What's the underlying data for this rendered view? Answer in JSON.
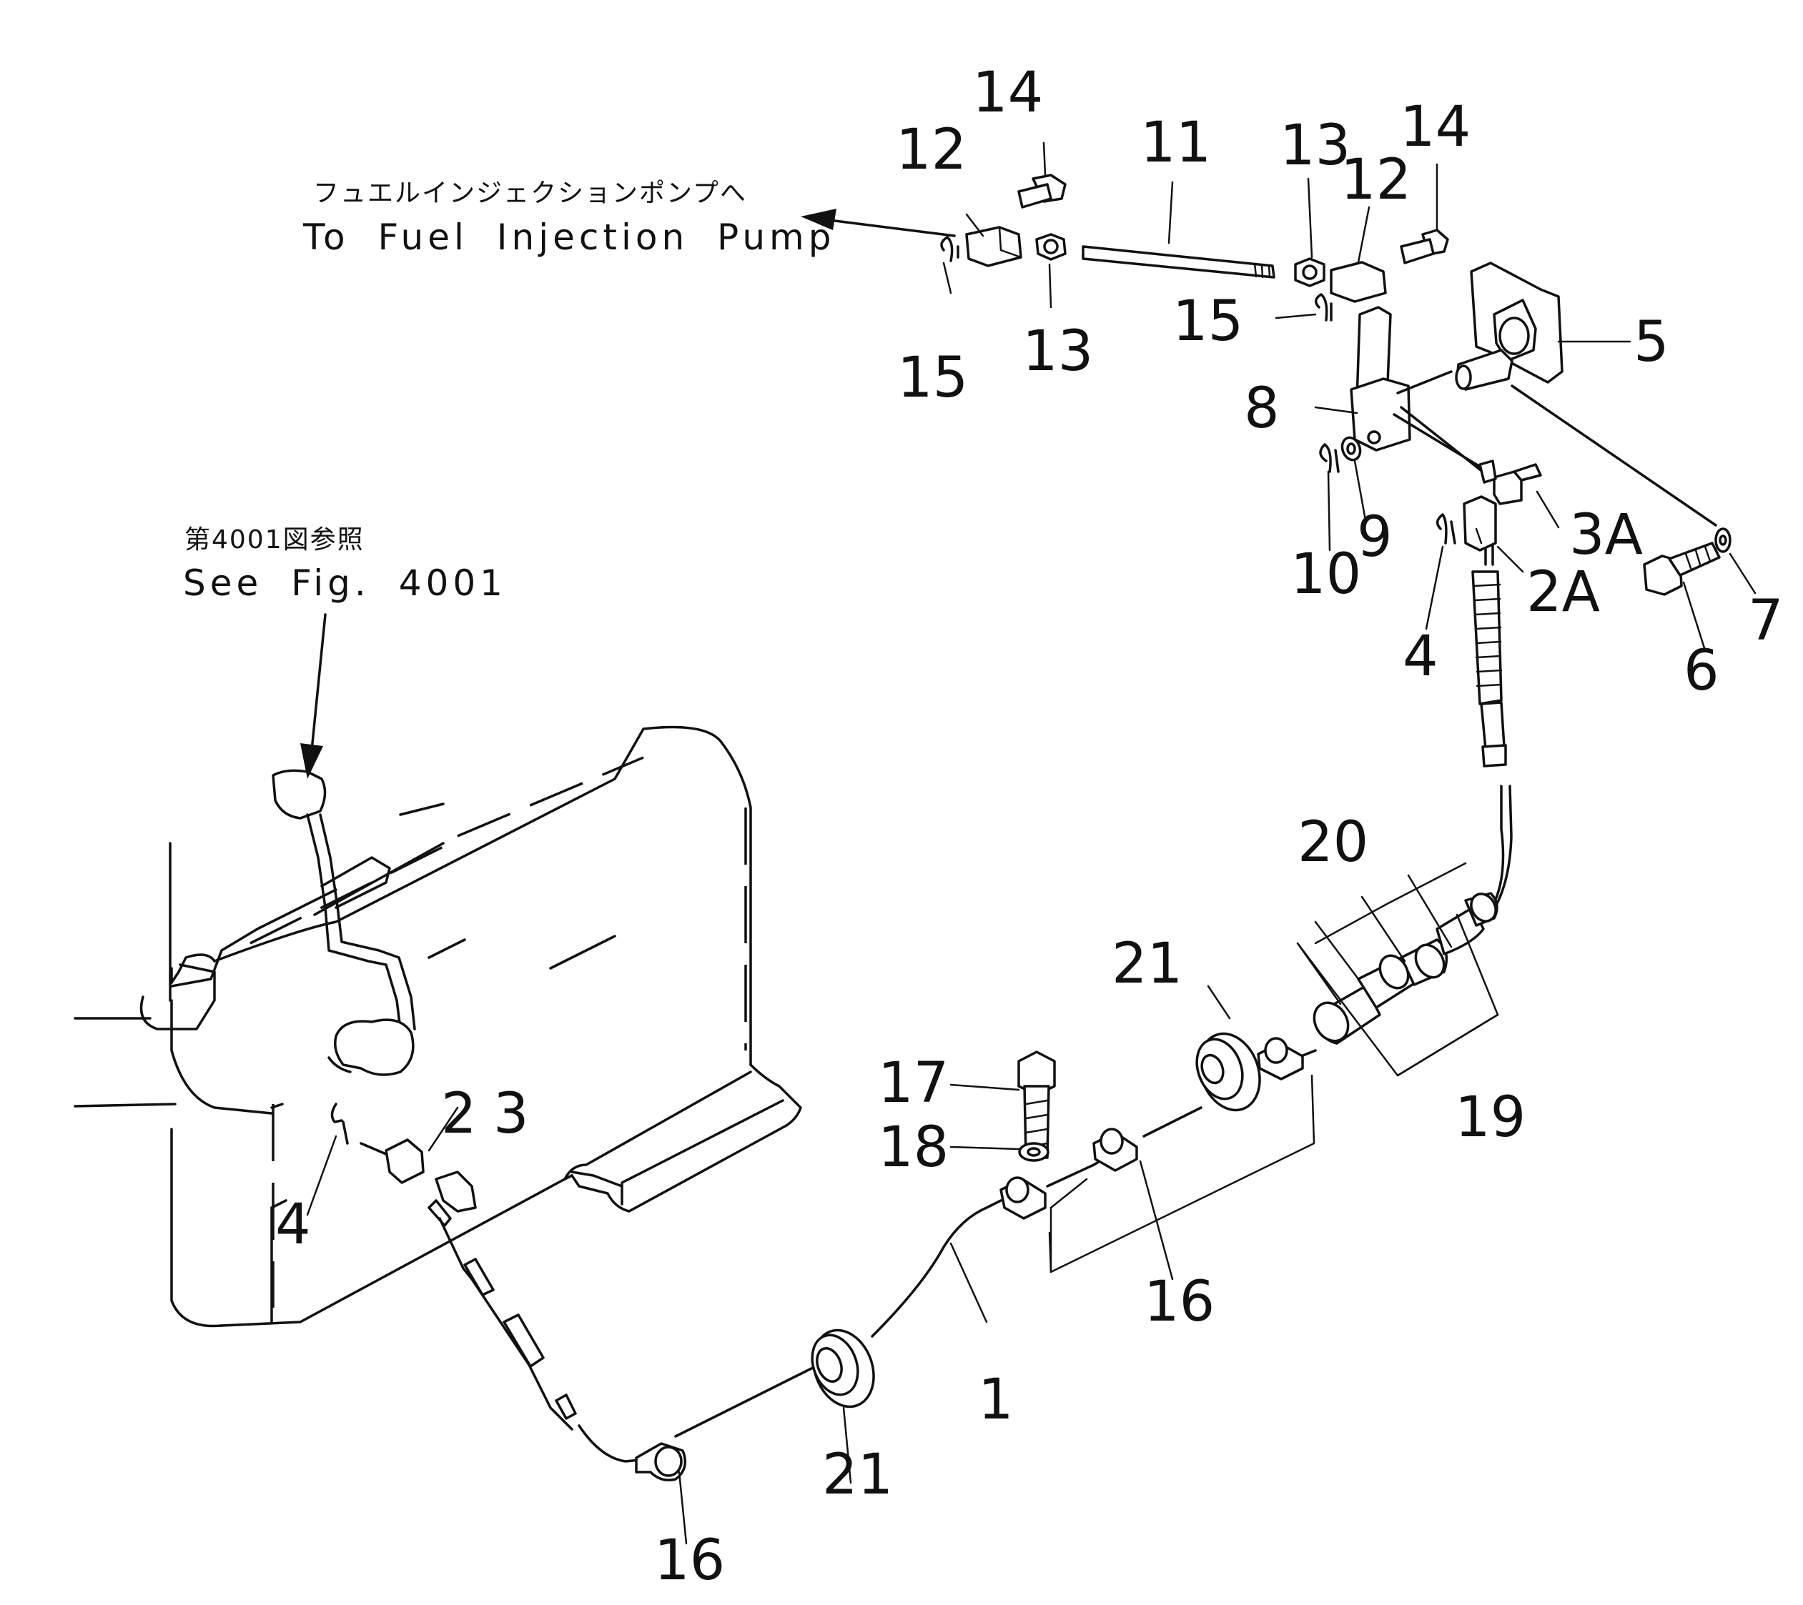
{
  "notes": {
    "pump_ja": "フュエルインジェクションポンプへ",
    "pump_en": "To Fuel Injection Pump",
    "fig_ja": "第4001図参照",
    "fig_en": "See Fig. 4001"
  },
  "callouts": {
    "c1": "1",
    "c2": "2",
    "c2a": "2A",
    "c3": "3",
    "c3a": "3A",
    "c4_left": "4",
    "c4_right": "4",
    "c5": "5",
    "c6": "6",
    "c7": "7",
    "c8": "8",
    "c9": "9",
    "c10": "10",
    "c11": "11",
    "c12_left": "12",
    "c12_right": "12",
    "c13_left": "13",
    "c13_right": "13",
    "c14_left": "14",
    "c14_right": "14",
    "c15_left": "15",
    "c15_right": "15",
    "c16_bottom": "16",
    "c16_mid": "16",
    "c17": "17",
    "c18": "18",
    "c19": "19",
    "c20": "20",
    "c21_bottom": "21",
    "c21_mid": "21"
  }
}
